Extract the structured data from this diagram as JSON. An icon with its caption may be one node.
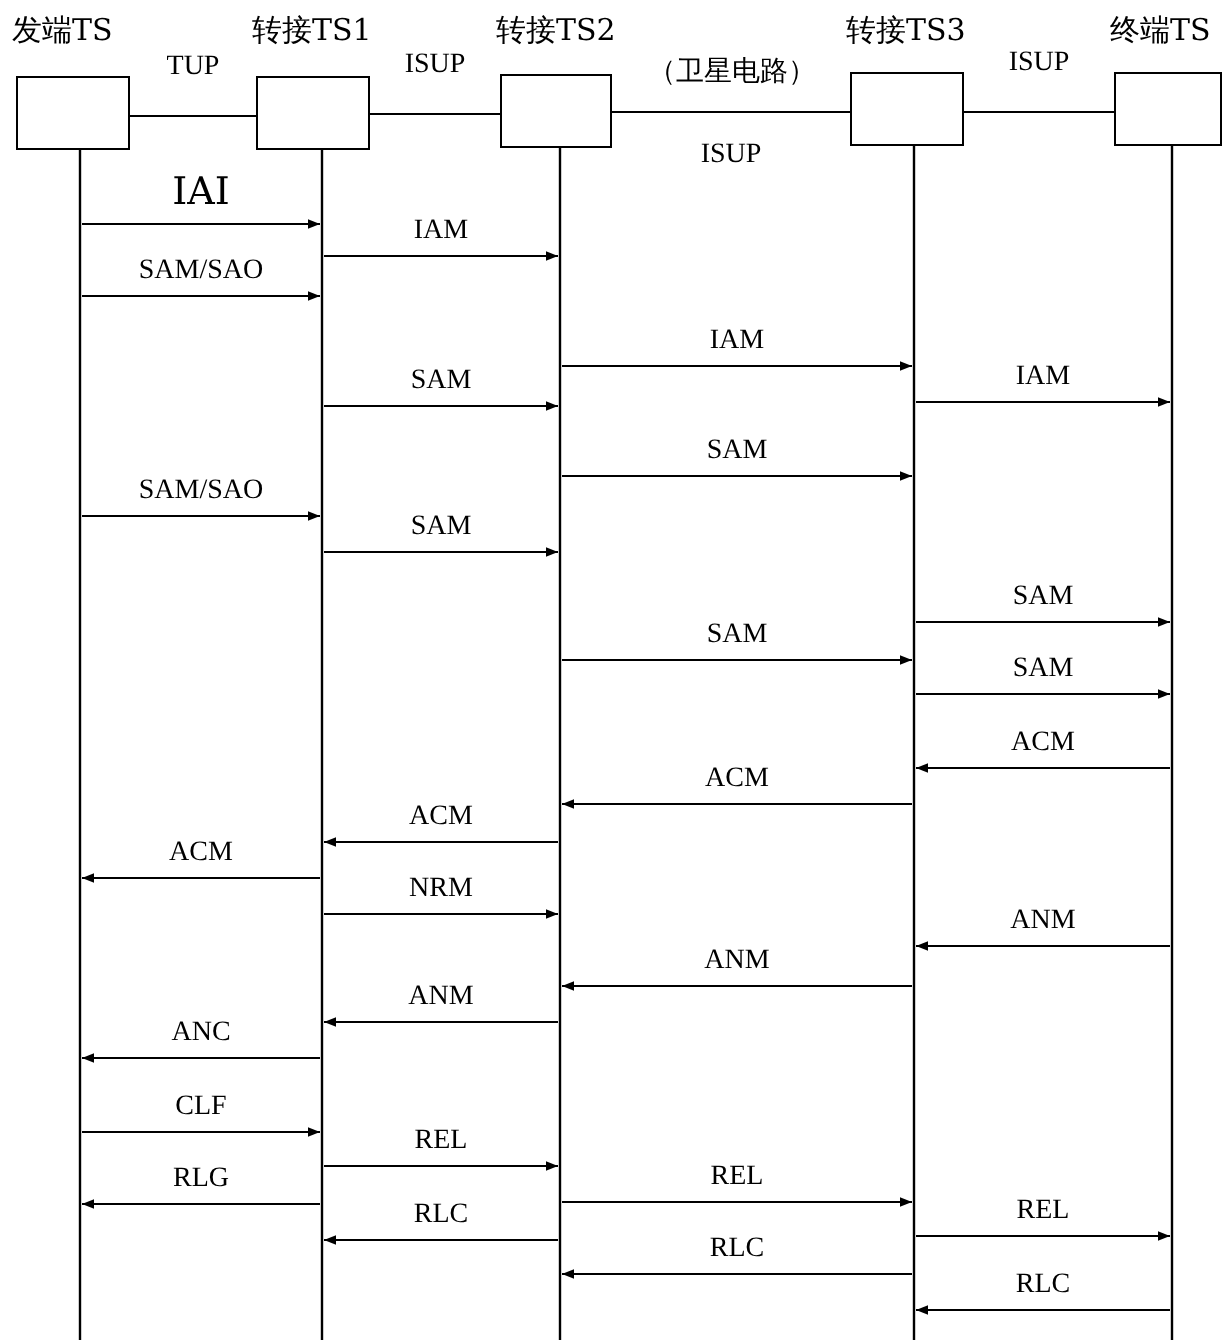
{
  "diagram": {
    "nodes": [
      {
        "text": [
          "发端TS"
        ]
      },
      {
        "text": [
          "转接TS1"
        ]
      },
      {
        "text": [
          "转接TS2"
        ]
      },
      {
        "text": [
          "转接TS3"
        ]
      },
      {
        "text": [
          "终端TS"
        ]
      }
    ],
    "edges": [
      {
        "from": 0,
        "to": 1,
        "arrow": "none",
        "label": "TUP"
      },
      {
        "from": 1,
        "to": 2,
        "arrow": "none",
        "label": "ISUP"
      },
      {
        "from": 2,
        "to": 3,
        "arrow": "none",
        "label": "ISUP"
      },
      {
        "from": 3,
        "to": 4,
        "arrow": "none",
        "label": "ISUP"
      },
      {
        "from": 0,
        "to": 1,
        "arrow": "to",
        "label": "IAI"
      },
      {
        "from": 1,
        "to": 2,
        "arrow": "to",
        "label": "IAM"
      },
      {
        "from": 0,
        "to": 1,
        "arrow": "to",
        "label": "SAM/SAO"
      },
      {
        "from": 2,
        "to": 3,
        "arrow": "to",
        "label": "IAM"
      },
      {
        "from": 3,
        "to": 4,
        "arrow": "to",
        "label": "IAM"
      },
      {
        "from": 1,
        "to": 2,
        "arrow": "to",
        "label": "SAM"
      },
      {
        "from": 2,
        "to": 3,
        "arrow": "to",
        "label": "SAM"
      },
      {
        "from": 0,
        "to": 1,
        "arrow": "to",
        "label": "SAM/SAO"
      },
      {
        "from": 1,
        "to": 2,
        "arrow": "to",
        "label": "SAM"
      },
      {
        "from": 3,
        "to": 4,
        "arrow": "to",
        "label": "SAM"
      },
      {
        "from": 2,
        "to": 3,
        "arrow": "to",
        "label": "SAM"
      },
      {
        "from": 3,
        "to": 4,
        "arrow": "to",
        "label": "SAM"
      },
      {
        "from": 4,
        "to": 3,
        "arrow": "to",
        "label": "ACM"
      },
      {
        "from": 3,
        "to": 2,
        "arrow": "to",
        "label": "ACM"
      },
      {
        "from": 2,
        "to": 1,
        "arrow": "to",
        "label": "ACM"
      },
      {
        "from": 1,
        "to": 0,
        "arrow": "to",
        "label": "ACM"
      },
      {
        "from": 1,
        "to": 2,
        "arrow": "to",
        "label": "NRM"
      },
      {
        "from": 4,
        "to": 3,
        "arrow": "to",
        "label": "ANM"
      },
      {
        "from": 3,
        "to": 2,
        "arrow": "to",
        "label": "ANM"
      },
      {
        "from": 2,
        "to": 1,
        "arrow": "to",
        "label": "ANM"
      },
      {
        "from": 1,
        "to": 0,
        "arrow": "to",
        "label": "ANC"
      },
      {
        "from": 0,
        "to": 1,
        "arrow": "to",
        "label": "CLF"
      },
      {
        "from": 1,
        "to": 2,
        "arrow": "to",
        "label": "REL"
      },
      {
        "from": 1,
        "to": 0,
        "arrow": "to",
        "label": "RLG"
      },
      {
        "from": 2,
        "to": 3,
        "arrow": "to",
        "label": "REL"
      },
      {
        "from": 2,
        "to": 1,
        "arrow": "to",
        "label": "RLC"
      },
      {
        "from": 3,
        "to": 4,
        "arrow": "to",
        "label": "REL"
      },
      {
        "from": 3,
        "to": 2,
        "arrow": "to",
        "label": "RLC"
      },
      {
        "from": 4,
        "to": 3,
        "arrow": "to",
        "label": "RLC"
      }
    ],
    "labels": [
      "（卫星电路）"
    ]
  }
}
